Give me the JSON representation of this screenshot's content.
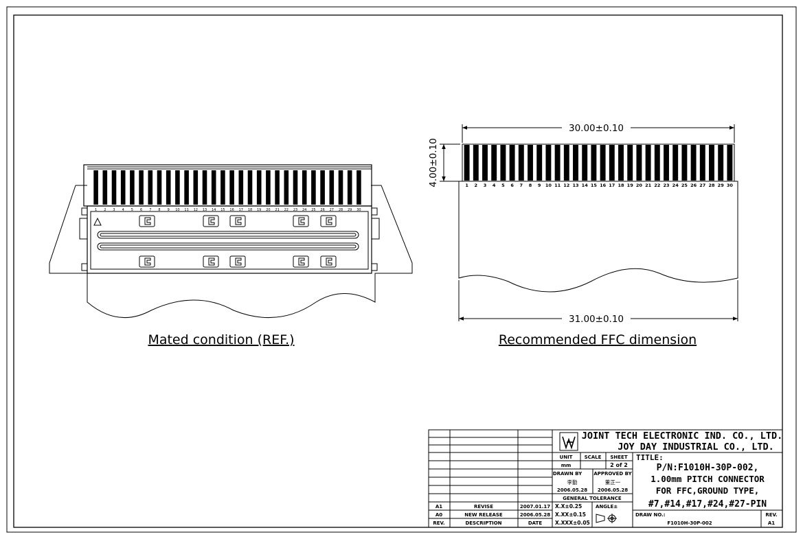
{
  "drawing": {
    "left_view_caption": "Mated condition (REF.)",
    "right_view_caption": "Recommended FFC dimension",
    "dim_width_top": "30.00±0.10",
    "dim_height": "4.00±0.10",
    "dim_width_bottom": "31.00±0.10",
    "pin_labels": [
      "1",
      "2",
      "3",
      "4",
      "5",
      "6",
      "7",
      "8",
      "9",
      "10",
      "11",
      "12",
      "13",
      "14",
      "15",
      "16",
      "17",
      "18",
      "19",
      "20",
      "21",
      "22",
      "23",
      "24",
      "25",
      "26",
      "27",
      "28",
      "29",
      "30"
    ]
  },
  "title_block": {
    "company_line1": "JOINT TECH ELECTRONIC IND. CO., LTD.",
    "company_line2": "JOY DAY INDUSTRIAL CO., LTD.",
    "unit_label": "UNIT",
    "unit_value": "mm",
    "scale_label": "SCALE",
    "sheet_label": "SHEET",
    "sheet_value": "2 of 2",
    "drawn_by_label": "DRAWN BY",
    "drawn_by_name": "李勤",
    "drawn_by_date": "2006.05.28",
    "approved_by_label": "APPROVED BY",
    "approved_by_name": "董正一",
    "approved_by_date": "2006.05.28",
    "general_tolerance_label": "GENERAL TOLERANCE",
    "tol_1": "X.X±0.25",
    "tol_2": "X.XX±0.15",
    "tol_3": "X.XXX±0.05",
    "angle_label": "ANGLE±",
    "title_label": "TITLE:",
    "title_line1": "P/N:F1010H-30P-002,",
    "title_line2": "1.00mm PITCH CONNECTOR",
    "title_line3": "FOR FFC,GROUND TYPE,",
    "title_line4": "#7,#14,#17,#24,#27-PIN",
    "drawing_no_label": "DRAW NO.:",
    "drawing_no_value": "F1010H-30P-002",
    "rev_label": "REV.",
    "rev_value": "A1",
    "revisions": [
      {
        "rev": "A1",
        "description": "REVISE",
        "date": "2007.01.17"
      },
      {
        "rev": "A0",
        "description": "NEW RELEASE",
        "date": "2006.05.28"
      }
    ],
    "rev_header": "REV.",
    "description_header": "DESCRIPTION",
    "date_header": "DATE"
  }
}
